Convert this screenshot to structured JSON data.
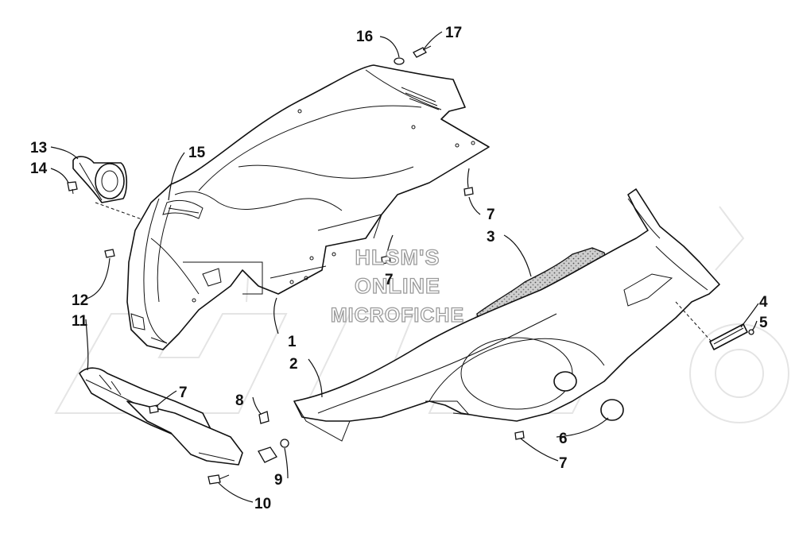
{
  "watermark": {
    "lines": [
      "HLSM'S",
      "ONLINE",
      "MICROFICHE"
    ]
  },
  "callouts": [
    {
      "id": "c1",
      "label": "1"
    },
    {
      "id": "c2",
      "label": "2"
    },
    {
      "id": "c3",
      "label": "3"
    },
    {
      "id": "c4",
      "label": "4"
    },
    {
      "id": "c5",
      "label": "5"
    },
    {
      "id": "c6",
      "label": "6"
    },
    {
      "id": "c7a",
      "label": "7"
    },
    {
      "id": "c7b",
      "label": "7"
    },
    {
      "id": "c7c",
      "label": "7"
    },
    {
      "id": "c7d",
      "label": "7"
    },
    {
      "id": "c8",
      "label": "8"
    },
    {
      "id": "c9",
      "label": "9"
    },
    {
      "id": "c10",
      "label": "10"
    },
    {
      "id": "c11",
      "label": "11"
    },
    {
      "id": "c12",
      "label": "12"
    },
    {
      "id": "c13",
      "label": "13"
    },
    {
      "id": "c14",
      "label": "14"
    },
    {
      "id": "c15",
      "label": "15"
    },
    {
      "id": "c16",
      "label": "16"
    },
    {
      "id": "c17",
      "label": "17"
    }
  ],
  "colors": {
    "line": "#111111",
    "watermark_outline": "#9a9a9a",
    "background": "#ffffff"
  }
}
